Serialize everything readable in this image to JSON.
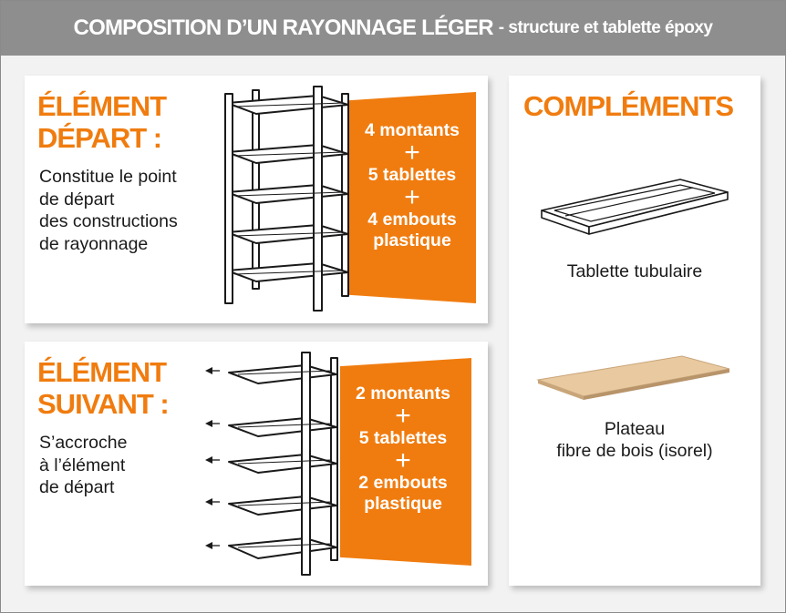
{
  "header": {
    "title_main": "COMPOSITION D’UN RAYONNAGE LÉGER",
    "title_sub": "- structure et tablette époxy"
  },
  "element_depart": {
    "title_line1": "ÉLÉMENT",
    "title_line2": "DÉPART :",
    "description": [
      "Constitue le point",
      "de départ",
      "des constructions",
      "de rayonnage"
    ],
    "components": [
      "4 montants",
      "+",
      "5 tablettes",
      "+",
      "4 embouts",
      "plastique"
    ]
  },
  "element_suivant": {
    "title_line1": "ÉLÉMENT",
    "title_line2": "SUIVANT :",
    "description": [
      "S’accroche",
      "à l’élément",
      "de départ"
    ],
    "components": [
      "2 montants",
      "+",
      "5 tablettes",
      "+",
      "2 embouts",
      "plastique"
    ]
  },
  "complements": {
    "title": "COMPLÉMENTS",
    "items": [
      {
        "label": "Tablette tubulaire"
      },
      {
        "label": "Plateau",
        "label_line2": "fibre de bois (isorel)"
      }
    ]
  },
  "colors": {
    "accent": "#f07c0f",
    "header_bg": "#8e8e8e",
    "page_bg": "#f2f2f2",
    "board": "#e8c9a0"
  }
}
